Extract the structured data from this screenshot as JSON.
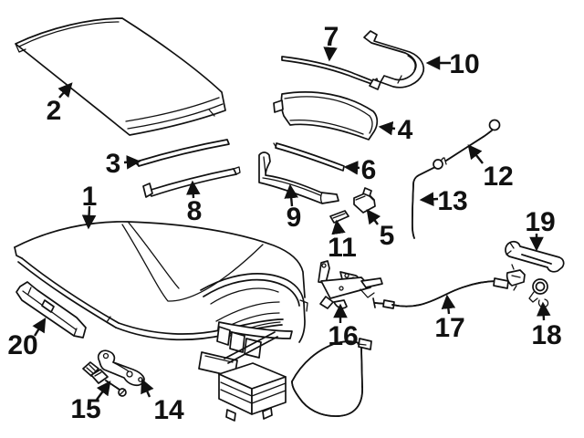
{
  "diagram": {
    "kind": "exploded-parts-diagram",
    "colors": {
      "background": "#ffffff",
      "line": "#111111"
    },
    "callouts": [
      {
        "number": "1",
        "part": "folding-top-assembly"
      },
      {
        "number": "2",
        "part": "roof-panel"
      },
      {
        "number": "3",
        "part": "roof-seal-strip"
      },
      {
        "number": "4",
        "part": "front-header-trim"
      },
      {
        "number": "5",
        "part": "clip"
      },
      {
        "number": "6",
        "part": "sealing-strip"
      },
      {
        "number": "7",
        "part": "trim-strip"
      },
      {
        "number": "8",
        "part": "weatherstrip"
      },
      {
        "number": "9",
        "part": "side-rail-seal"
      },
      {
        "number": "10",
        "part": "corner-bracket"
      },
      {
        "number": "11",
        "part": "shim-strip"
      },
      {
        "number": "12",
        "part": "support-rod"
      },
      {
        "number": "13",
        "part": "drain-tube"
      },
      {
        "number": "14",
        "part": "striker-bracket"
      },
      {
        "number": "15",
        "part": "switch-with-lead"
      },
      {
        "number": "16",
        "part": "lock-latch-assembly"
      },
      {
        "number": "17",
        "part": "release-cable"
      },
      {
        "number": "18",
        "part": "grommet-guide"
      },
      {
        "number": "19",
        "part": "striker-plate"
      },
      {
        "number": "20",
        "part": "side-trim-rail"
      }
    ]
  }
}
